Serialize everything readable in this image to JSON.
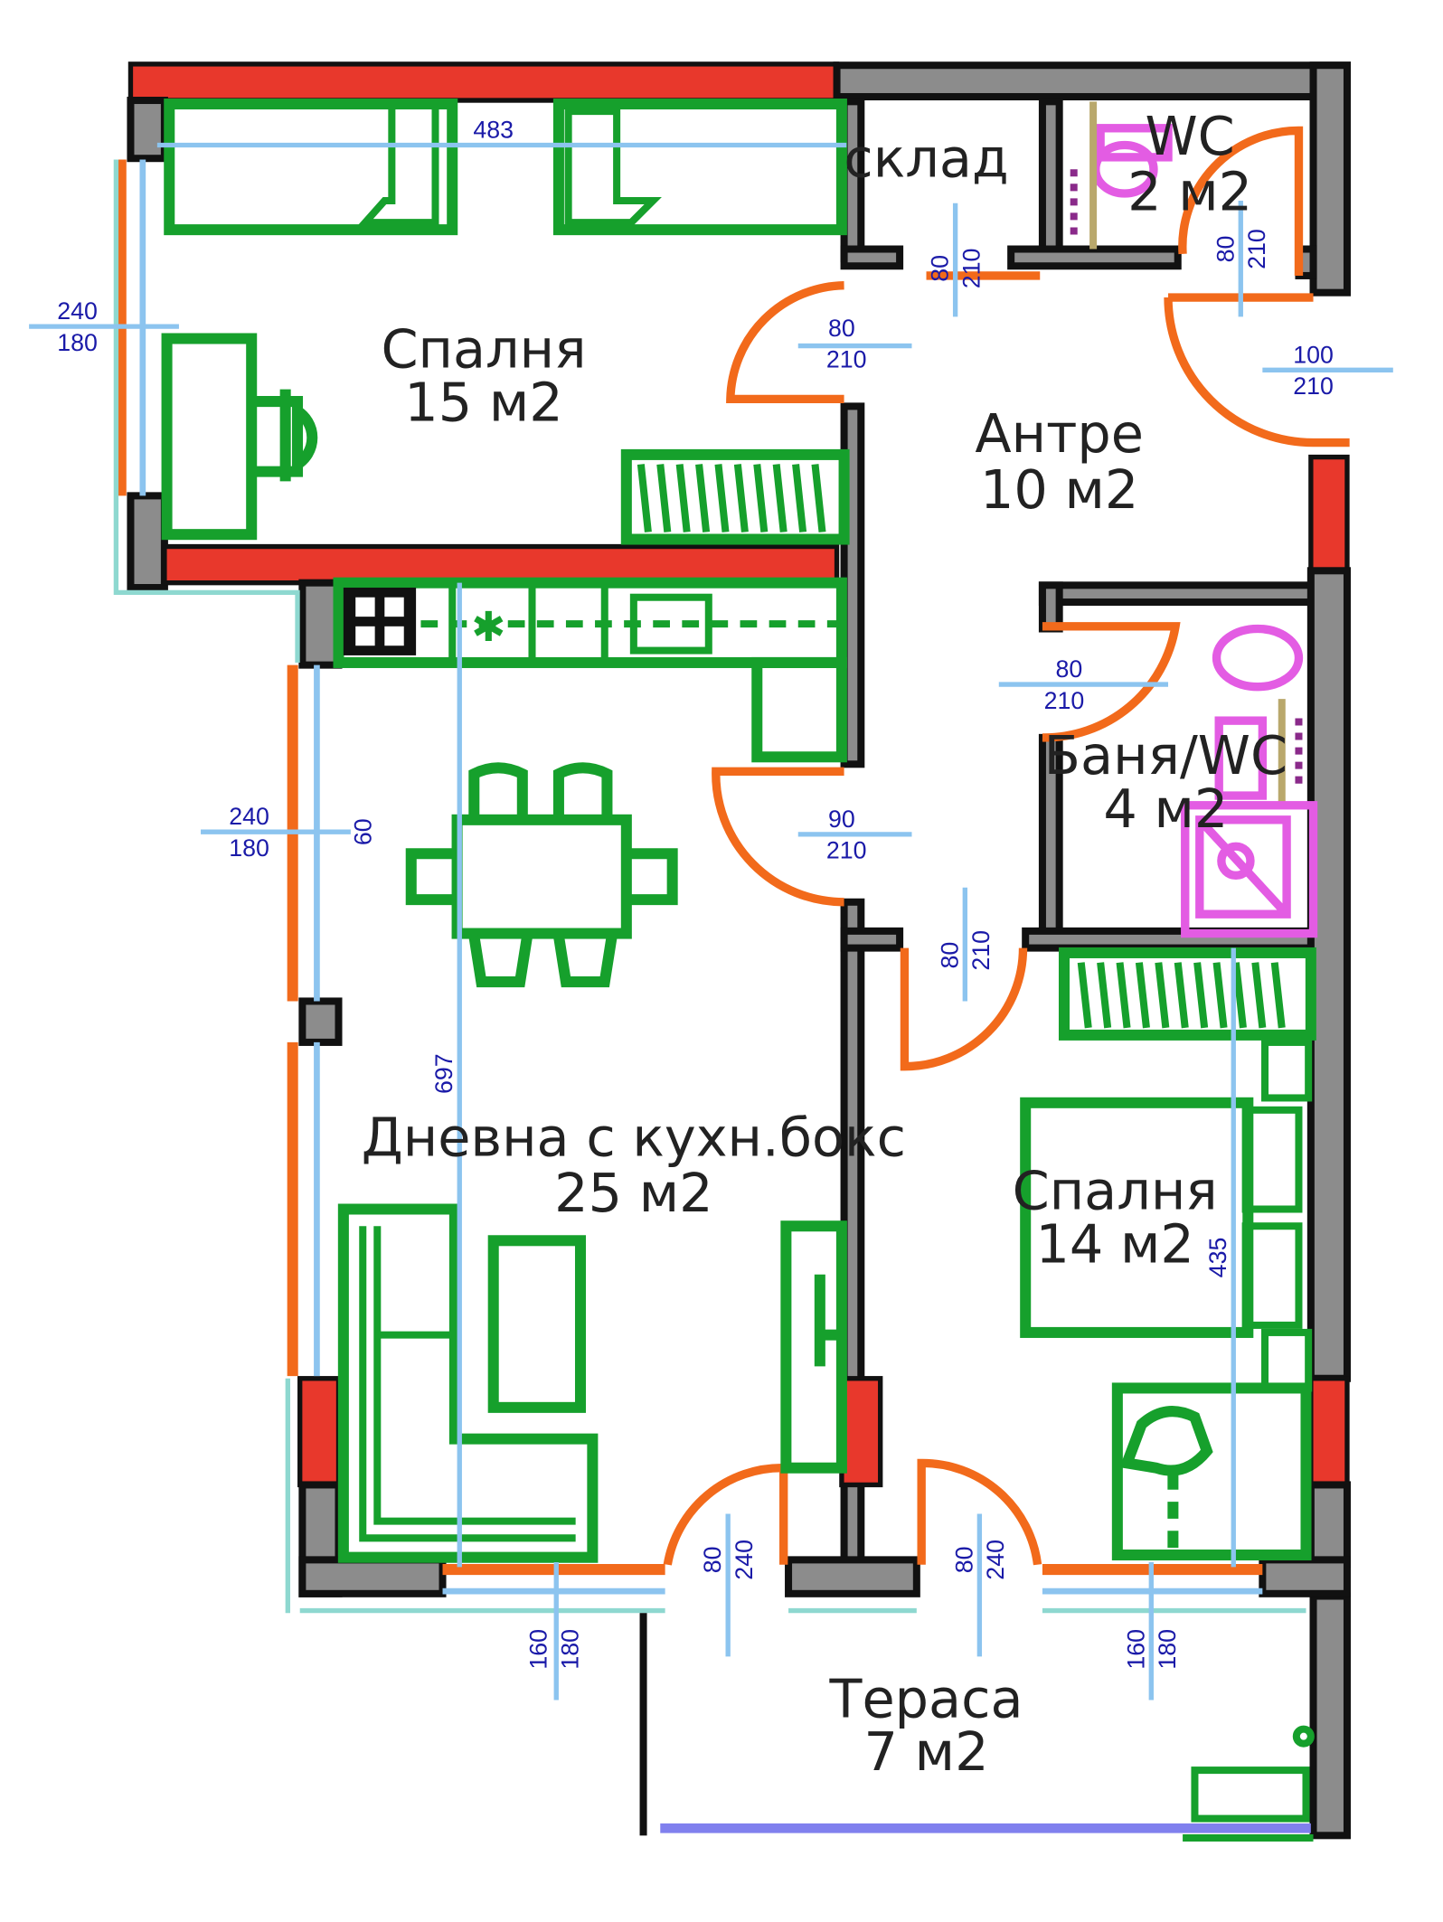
{
  "rooms": {
    "bedroom1": {
      "name": "Спалня",
      "area": "15 м2"
    },
    "storage": {
      "name": "склад"
    },
    "wc": {
      "name": "WC",
      "area": "2 м2"
    },
    "hall": {
      "name": "Антре",
      "area": "10 м2"
    },
    "bath": {
      "name": "Баня/WC",
      "area": "4 м2"
    },
    "living": {
      "name": "Дневна с кухн.бокс",
      "area": "25 м2"
    },
    "bedroom2": {
      "name": "Спалня",
      "area": "14 м2"
    },
    "terrace": {
      "name": "Тераса",
      "area": "7 м2"
    }
  },
  "dimensions": {
    "bedroom1_width": "483",
    "living_length": "697",
    "bedroom2_length": "435",
    "bedroom1_window_w": "240",
    "bedroom1_window_h": "180",
    "living_window_w": "240",
    "living_window_h": "180",
    "living_window_sill": "60",
    "living_bottom_window_w": "160",
    "living_bottom_window_h": "180",
    "bedroom2_window_w": "160",
    "bedroom2_window_h": "180",
    "terrace_door1_w": "80",
    "terrace_door1_h": "240",
    "terrace_door2_w": "80",
    "terrace_door2_h": "240",
    "storage_door_w": "80",
    "storage_door_h": "210",
    "bedroom1_door_w": "80",
    "bedroom1_door_h": "210",
    "wc_door_w": "80",
    "wc_door_h": "210",
    "entrance_door_w": "100",
    "entrance_door_h": "210",
    "bath_door_w": "80",
    "bath_door_h": "210",
    "living_door_w": "90",
    "living_door_h": "210",
    "bedroom2_door_w": "80",
    "bedroom2_door_h": "210"
  },
  "colors": {
    "wall": "#8c8c8c",
    "wall_accent": "#e8382c",
    "window": "#f26a1b",
    "furniture": "#16a02c",
    "sanitary": "#e35ce3",
    "dimension_line": "#8cc4ef",
    "dimension_text": "#1a1aa8"
  }
}
